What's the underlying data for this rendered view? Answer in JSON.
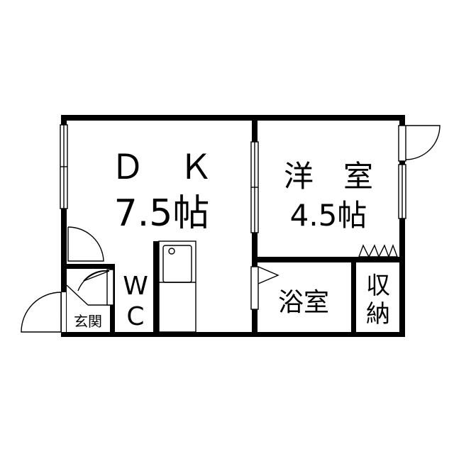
{
  "rooms": {
    "dk": {
      "name": "Ｄ　Ｋ",
      "size": "7.5帖"
    },
    "western": {
      "name": "洋　室",
      "size": "4.5帖"
    },
    "wc": {
      "line1": "W",
      "line2": "C"
    },
    "entrance": {
      "label": "玄関"
    },
    "bath": {
      "label": "浴室"
    },
    "storage": {
      "line1": "収",
      "line2": "納"
    }
  },
  "colors": {
    "wall": "#000000",
    "background": "#ffffff"
  }
}
